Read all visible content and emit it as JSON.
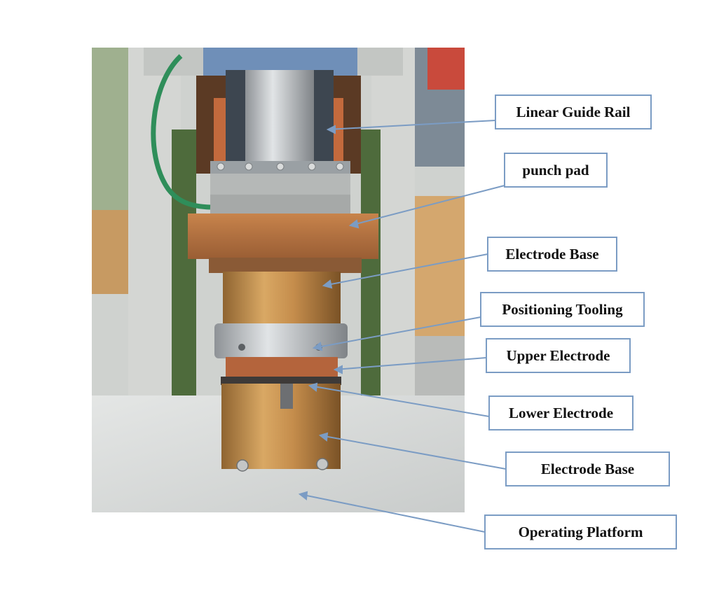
{
  "labels": {
    "linear_guide_rail": "Linear Guide Rail",
    "punch_pad": "punch pad",
    "electrode_base_upper": "Electrode Base",
    "positioning_tooling": "Positioning Tooling",
    "upper_electrode": "Upper Electrode",
    "lower_electrode": "Lower Electrode",
    "electrode_base_lower": "Electrode Base",
    "operating_platform": "Operating Platform"
  },
  "colors": {
    "callout_line": "#7b9cc4",
    "copper": "#c8894f",
    "bronze": "#c59a55",
    "steel": "#b9bcbf",
    "machine_frame": "#c9cbc8",
    "green_panel": "#4e6b3c",
    "platform": "#d9dcdb"
  }
}
